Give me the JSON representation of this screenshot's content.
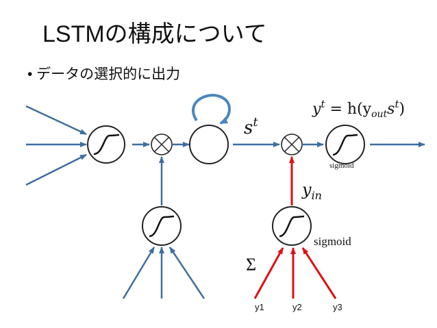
{
  "slide": {
    "title": "LSTMの構成について",
    "bullet": "• データの選択的に出力"
  },
  "diagram": {
    "labels": {
      "state": "s",
      "state_sup": "t",
      "output_eq_lhs": "y",
      "output_eq_lhs_sup": "t",
      "output_eq_mid": " = h(y",
      "output_eq_sub": "out",
      "output_eq_s": "s",
      "output_eq_s_sup": "t",
      "output_eq_close": ")",
      "gate_y": "y",
      "gate_y_sub": "in",
      "sigma": "Σ",
      "sigmoid_top": "sigmoid",
      "sigmoid_gate": "sigmoid",
      "inputs": [
        "y1",
        "y2",
        "y3"
      ]
    },
    "colors": {
      "blue_arrow": "#3e6ea0",
      "red_arrow": "#e01010",
      "node_stroke": "#222222",
      "self_loop": "#4a86c0"
    }
  }
}
